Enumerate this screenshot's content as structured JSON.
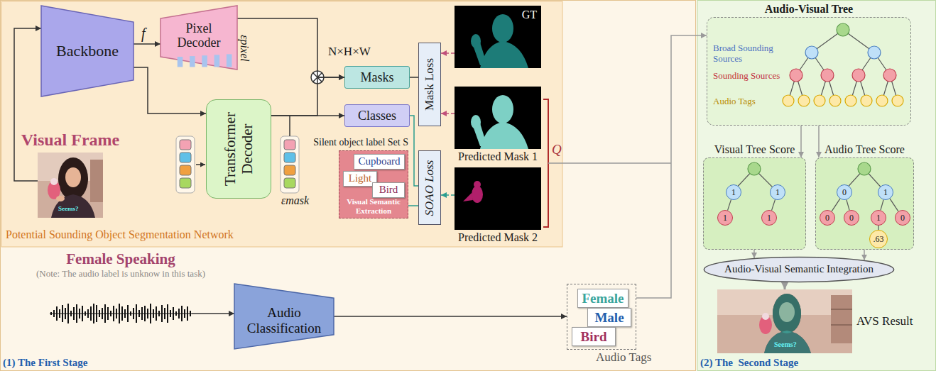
{
  "diagram": {
    "nodes": [
      {
        "text": [
          "Backbone"
        ]
      },
      {
        "text": [
          "Pixel Decoder"
        ]
      },
      {
        "text": [
          "Transformer Decoder"
        ]
      },
      {
        "text": [
          "Visual Frame"
        ]
      },
      {
        "text": [
          "Masks"
        ]
      },
      {
        "text": [
          "Classes"
        ]
      },
      {
        "text": [
          "Silent object label Set S",
          "Visual Semantic Extraction"
        ]
      },
      {
        "text": [
          "Cupboard"
        ],
        "in": 6
      },
      {
        "text": [
          "Light"
        ],
        "in": 6
      },
      {
        "text": [
          "Bird"
        ],
        "in": 6
      },
      {
        "text": [
          "Mask Loss"
        ]
      },
      {
        "text": [
          "SOAO Loss"
        ]
      },
      {
        "text": [
          "GT"
        ]
      },
      {
        "text": [
          "Predicted Mask 1"
        ]
      },
      {
        "text": [
          "Predicted Mask 2"
        ]
      },
      {
        "text": [
          "Female Speaking",
          "(Note: The audio label is unknow in this task)"
        ]
      },
      {
        "text": [
          "Audio Classification"
        ]
      },
      {
        "text": [
          "Audio Tags"
        ]
      },
      {
        "text": [
          "Female"
        ],
        "in": 17
      },
      {
        "text": [
          "Male"
        ],
        "in": 17
      },
      {
        "text": [
          "Bird"
        ],
        "in": 17
      },
      {
        "text": [
          "Audio-Visual Tree",
          "Broad Sounding Sources",
          "Sounding Sources",
          "Audio Tags"
        ]
      },
      {
        "text": [
          "Visual Tree Score"
        ]
      },
      {
        "text": [
          "1"
        ],
        "in": 22
      },
      {
        "text": [
          "1"
        ],
        "in": 22
      },
      {
        "text": [
          "1"
        ],
        "in": 22
      },
      {
        "text": [
          "1"
        ],
        "in": 22
      },
      {
        "text": [
          "Audio Tree Score"
        ]
      },
      {
        "text": [
          "0"
        ],
        "in": 27
      },
      {
        "text": [
          "1"
        ],
        "in": 27
      },
      {
        "text": [
          "0"
        ],
        "in": 27
      },
      {
        "text": [
          "0"
        ],
        "in": 27
      },
      {
        "text": [
          "1"
        ],
        "in": 27
      },
      {
        "text": [
          "0"
        ],
        "in": 27
      },
      {
        "text": [
          ".63"
        ],
        "in": 27
      },
      {
        "text": [
          "Audio-Visual Semantic Integration"
        ]
      },
      {
        "text": [
          "AVS Result"
        ]
      }
    ],
    "edges": [
      {
        "from": 3,
        "to": 0,
        "arrow": "to"
      },
      {
        "from": 0,
        "to": 1,
        "arrow": "to"
      },
      {
        "from": 0,
        "to": 2,
        "arrow": "to"
      },
      {
        "from": 1,
        "to": 4,
        "arrow": "to"
      },
      {
        "from": 2,
        "to": 4,
        "arrow": "to"
      },
      {
        "from": 2,
        "to": 5,
        "arrow": "to"
      },
      {
        "from": 4,
        "to": 10,
        "arrow": "none"
      },
      {
        "from": 5,
        "to": 11,
        "arrow": "none"
      },
      {
        "from": 6,
        "to": 11,
        "arrow": "none"
      },
      {
        "from": 12,
        "to": 10,
        "arrow": "to"
      },
      {
        "from": 13,
        "to": 10,
        "arrow": "to"
      },
      {
        "from": 14,
        "to": 11,
        "arrow": "to"
      },
      {
        "from": 15,
        "to": 16,
        "arrow": "to"
      },
      {
        "from": 16,
        "to": 17,
        "arrow": "to"
      },
      {
        "from": 17,
        "to": 21,
        "arrow": "to"
      },
      {
        "from": 21,
        "to": 22,
        "arrow": "to"
      },
      {
        "from": 21,
        "to": 27,
        "arrow": "to"
      },
      {
        "from": 23,
        "to": 25,
        "arrow": "none"
      },
      {
        "from": 24,
        "to": 26,
        "arrow": "none"
      },
      {
        "from": 28,
        "to": 30,
        "arrow": "none"
      },
      {
        "from": 28,
        "to": 31,
        "arrow": "none"
      },
      {
        "from": 29,
        "to": 32,
        "arrow": "none"
      },
      {
        "from": 29,
        "to": 33,
        "arrow": "none"
      },
      {
        "from": 32,
        "to": 34,
        "arrow": "none"
      },
      {
        "from": 22,
        "to": 35,
        "arrow": "to"
      },
      {
        "from": 27,
        "to": 35,
        "arrow": "to"
      },
      {
        "from": 35,
        "to": 36,
        "arrow": "to"
      }
    ],
    "labels": [
      "f",
      "εpixel",
      "N×H×W",
      "εmask",
      "Potential Sounding Object Segmentation Network",
      "Q",
      "Seems?",
      "Seems?",
      "(1) The First Stage",
      "(2) The  Second Stage"
    ]
  }
}
